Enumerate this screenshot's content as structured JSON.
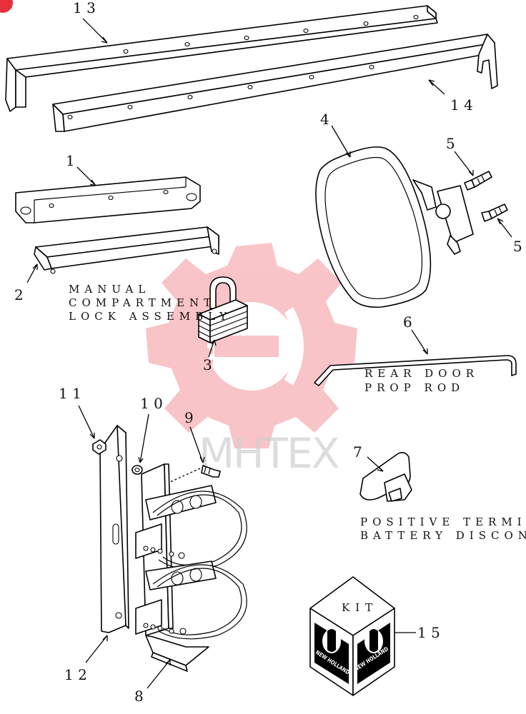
{
  "callouts": {
    "c1": "1",
    "c2": "2",
    "c3": "3",
    "c4": "4",
    "c5a": "5",
    "c5b": "5",
    "c6": "6",
    "c7": "7",
    "c8": "8",
    "c9": "9",
    "c10": "1 0",
    "c11": "1 1",
    "c12": "1 2",
    "c13": "1 3",
    "c14": "1 4",
    "c15": "1 5"
  },
  "captions": {
    "manual_line1": "MANUAL",
    "manual_line2": "COMPARTMENT",
    "manual_line3": "LOCK ASSEMBLY",
    "rear_line1": "REAR DOOR",
    "rear_line2": "PROP ROD",
    "positive_line1": "POSITIVE TERMI",
    "positive_line2": "BATTERY DISCON"
  },
  "kit": {
    "label": "KIT",
    "brand_left": "NEW HOLLAND",
    "brand_right": "NEW HOLLAND"
  },
  "watermark": {
    "text": "MHTEX",
    "color": "#e8303a"
  }
}
